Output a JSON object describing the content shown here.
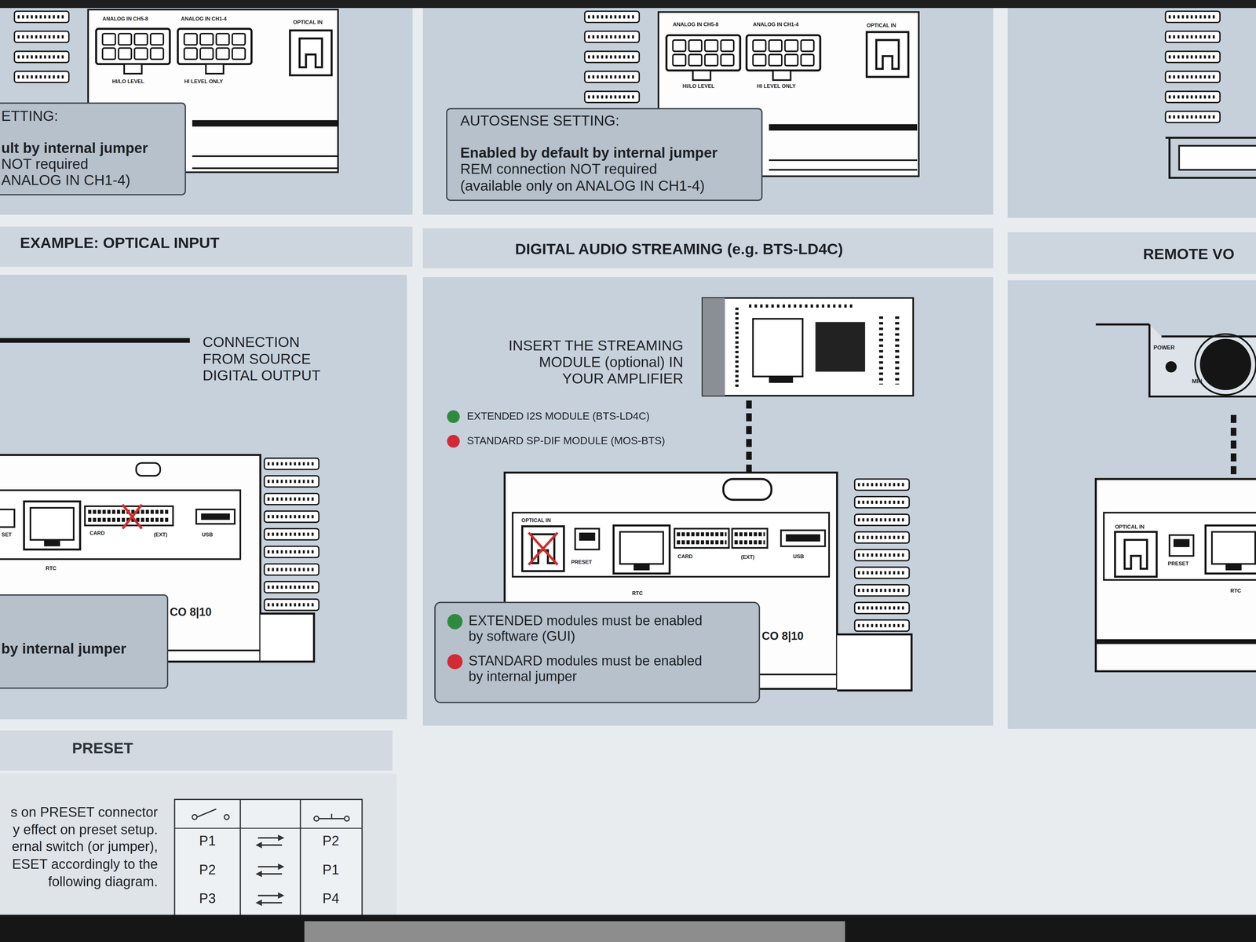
{
  "diagram": {
    "nodes": [
      {
        "text": [
          "ETTING:",
          "ult by internal jumper",
          "NOT required",
          "ANALOG IN CH1-4)"
        ]
      },
      {
        "text": [
          "AUTOSENSE SETTING:",
          "Enabled by default by internal jumper",
          "REM connection NOT required",
          "(available only on ANALOG IN CH1-4)"
        ]
      },
      {
        "text": [
          "by internal jumper"
        ]
      }
    ],
    "labels": [
      "ANALOG IN CH5-8",
      "ANALOG IN CH1-4",
      "OPTICAL IN",
      "HI/LO LEVEL",
      "HI LEVEL ONLY",
      "ANALOG IN CH5-8",
      "ANALOG IN CH1-4",
      "OPTICAL IN",
      "HI/LO LEVEL",
      "HI LEVEL ONLY",
      "EXAMPLE: OPTICAL INPUT",
      "DIGITAL AUDIO STREAMING (e.g. BTS-LD4C)",
      "REMOTE VO",
      "CONNECTION FROM SOURCE DIGITAL OUTPUT",
      "SET",
      "CARD",
      "(EXT)",
      "USB",
      "RTC",
      "CO 8|10",
      "INSERT THE STREAMING MODULE (optional) IN YOUR AMPLIFIER",
      "OPTICAL IN",
      "PRESET",
      "CARD",
      "(EXT)",
      "USB",
      "RTC",
      "CO 8|10",
      "POWER",
      "MIN",
      "OPTICAL IN",
      "PRESET",
      "RTC",
      "PRESET",
      "s on PRESET connector",
      "y effect on preset setup.",
      "ernal switch (or jumper),",
      "ESET accordingly to the",
      "following diagram.",
      "P1",
      "P2",
      "P2",
      "P1",
      "P3",
      "P4"
    ],
    "legend": [
      {
        "text": "EXTENDED I2S MODULE (BTS-LD4C)",
        "color": "#2f8a3f"
      },
      {
        "text": "STANDARD SP-DIF MODULE (MOS-BTS)",
        "color": "#d22a36"
      },
      {
        "text": "EXTENDED modules must be enabled by software (GUI)",
        "color": "#2f8a3f"
      },
      {
        "text": "STANDARD modules must be enabled by internal jumper",
        "color": "#d22a36"
      }
    ]
  }
}
